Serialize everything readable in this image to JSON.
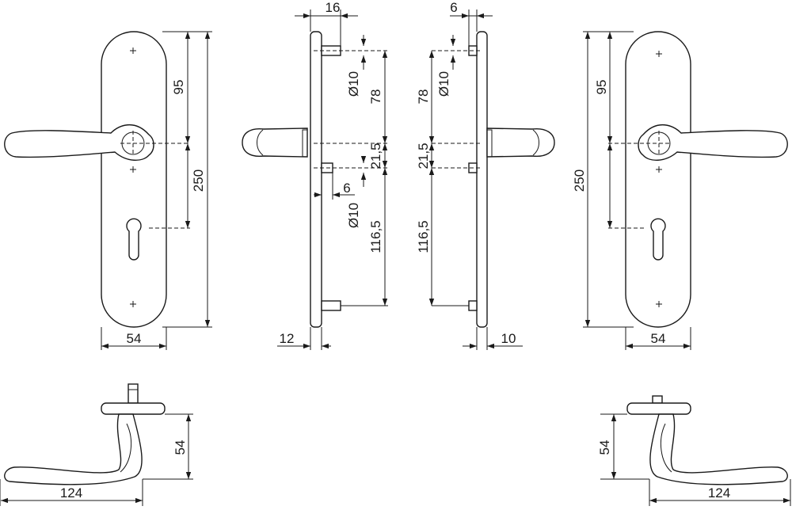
{
  "dimensions": {
    "front_left": {
      "height_total": "250",
      "height_upper": "95",
      "width": "54"
    },
    "side_left": {
      "offset_top": "16",
      "spacing_upper": "78",
      "spacing_mid": "21,5",
      "spacing_lower": "116,5",
      "pin_diameter_upper": "Ø10",
      "pin_diameter_lower": "Ø10",
      "pin_offset": "6",
      "plate_thickness": "12"
    },
    "side_right": {
      "offset_top": "6",
      "spacing_upper": "78",
      "spacing_mid": "21,5",
      "spacing_lower": "116,5",
      "pin_diameter": "Ø10",
      "plate_thickness": "10"
    },
    "front_right": {
      "height_total": "250",
      "height_upper": "95",
      "width": "54"
    },
    "top_left": {
      "projection": "54",
      "length": "124"
    },
    "top_right": {
      "projection": "54",
      "length": "124"
    }
  }
}
